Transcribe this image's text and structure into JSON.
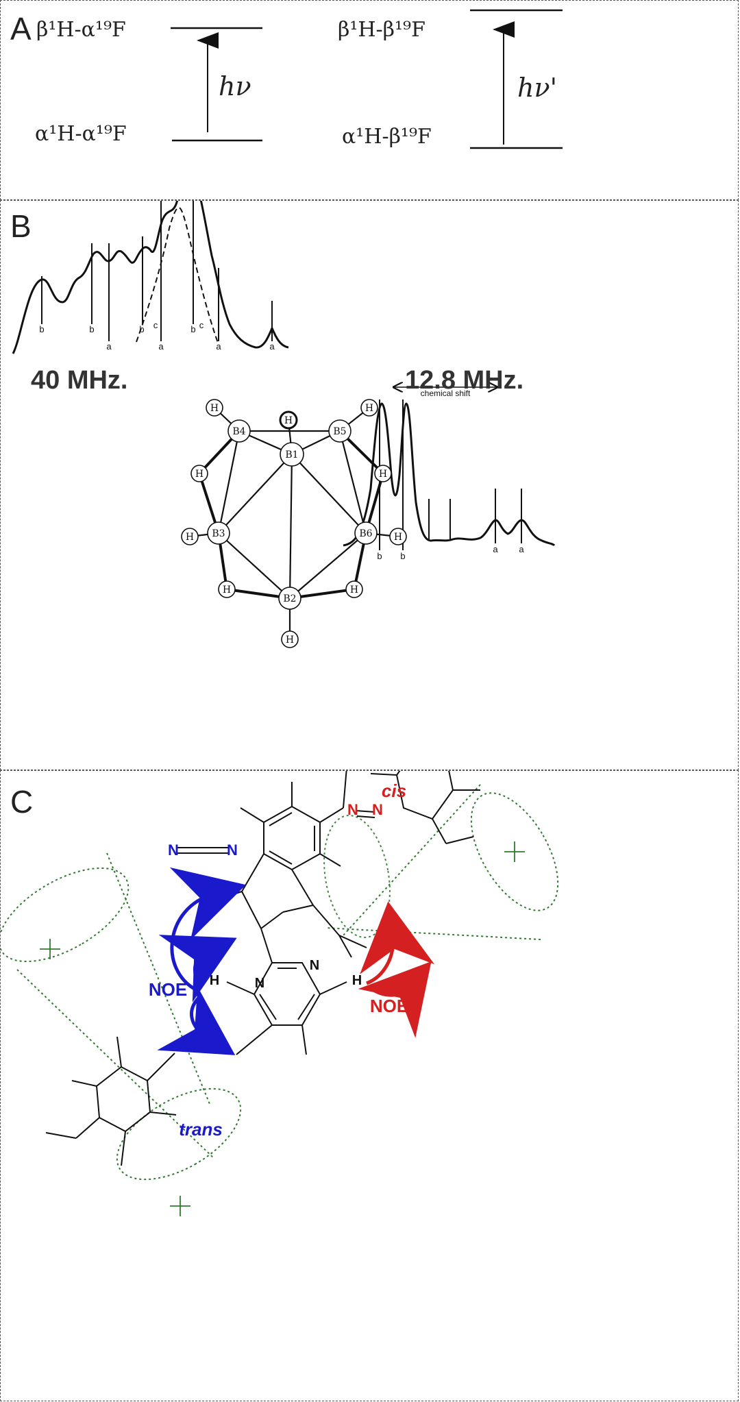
{
  "panels": {
    "a": {
      "label": "A",
      "left": {
        "upper_state": "β¹H-α¹⁹F",
        "lower_state": "α¹H-α¹⁹F",
        "transition": "hν"
      },
      "right": {
        "upper_state": "β¹H-β¹⁹F",
        "lower_state": "α¹H-β¹⁹F",
        "transition": "hν'"
      }
    },
    "b": {
      "label": "B",
      "spectrum_left_freq": "40 MHz.",
      "spectrum_right_freq": "12.8 MHz.",
      "chemical_shift_label": "chemical shift",
      "peak_labels_left": [
        "b",
        "b",
        "a",
        "b",
        "c",
        "a",
        "b",
        "c",
        "a",
        "a"
      ],
      "peak_labels_right": [
        "b",
        "b",
        "a",
        "a"
      ],
      "molecule_atoms": {
        "b1": "B1",
        "b2": "B2",
        "b3": "B3",
        "b4": "B4",
        "b5": "B5",
        "b6": "B6",
        "h": "H"
      }
    },
    "c": {
      "label": "C",
      "cis_label": "cis",
      "trans_label": "trans",
      "noe_left": "NOE",
      "noe_right": "NOE",
      "atom_n": "N",
      "atom_h": "H",
      "colors": {
        "cis": "#d42020",
        "trans": "#1a1acc",
        "cone": "#2f7a2f"
      }
    }
  }
}
